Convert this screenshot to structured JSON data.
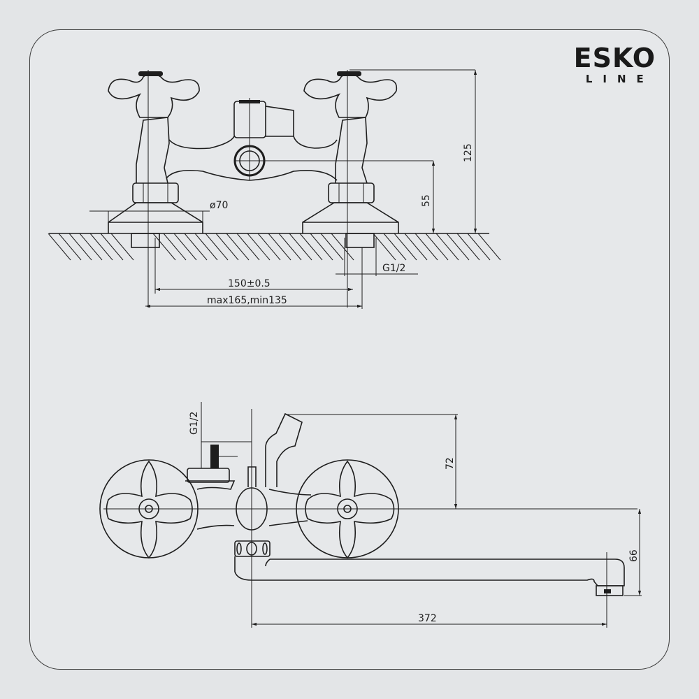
{
  "logo": {
    "line1": "ESKO",
    "line2": "LINE"
  },
  "top_view": {
    "dims": {
      "diameter": "ø70",
      "height_total": "125",
      "height_outlet": "55",
      "thread": "G1/2",
      "spacing": "150±0.5",
      "range": "max165,min135"
    }
  },
  "front_view": {
    "dims": {
      "thread": "G1/2",
      "height_shower": "72",
      "height_spout": "66",
      "spout_length": "372"
    }
  },
  "colors": {
    "background": "#e3e5e7",
    "line": "#1e1e1e"
  }
}
